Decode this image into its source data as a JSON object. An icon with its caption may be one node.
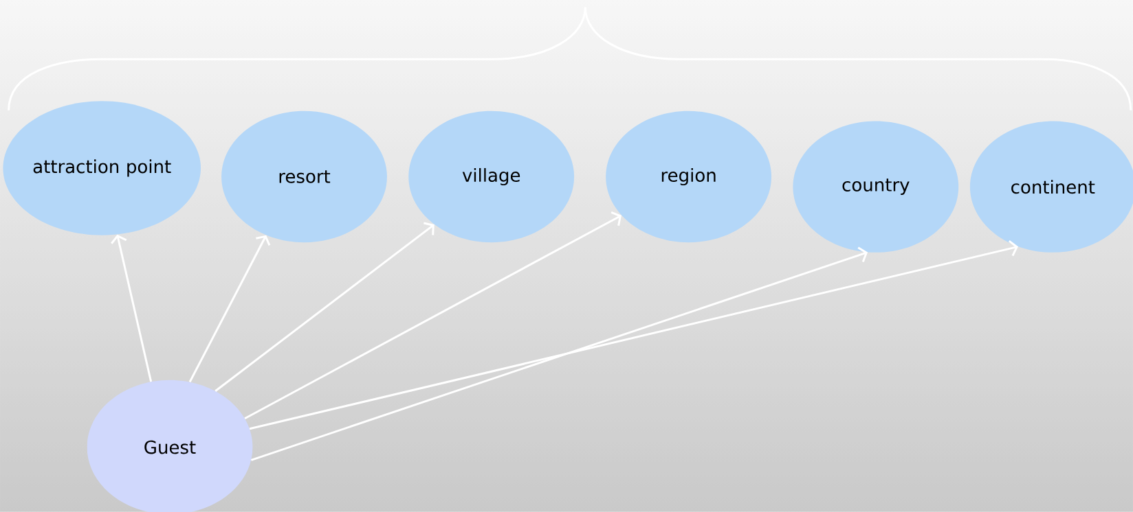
{
  "diagram": {
    "nodes": [
      {
        "text": [
          "attraction point"
        ]
      },
      {
        "text": [
          "resort"
        ]
      },
      {
        "text": [
          "village"
        ]
      },
      {
        "text": [
          "region"
        ]
      },
      {
        "text": [
          "country"
        ]
      },
      {
        "text": [
          "continent"
        ]
      },
      {
        "text": [
          "Guest"
        ]
      }
    ],
    "edges": [
      {
        "from": 6,
        "to": 0,
        "arrow": "to"
      },
      {
        "from": 6,
        "to": 1,
        "arrow": "to"
      },
      {
        "from": 6,
        "to": 2,
        "arrow": "to"
      },
      {
        "from": 6,
        "to": 3,
        "arrow": "to"
      },
      {
        "from": 6,
        "to": 4,
        "arrow": "to"
      },
      {
        "from": 6,
        "to": 5,
        "arrow": "to"
      }
    ]
  }
}
